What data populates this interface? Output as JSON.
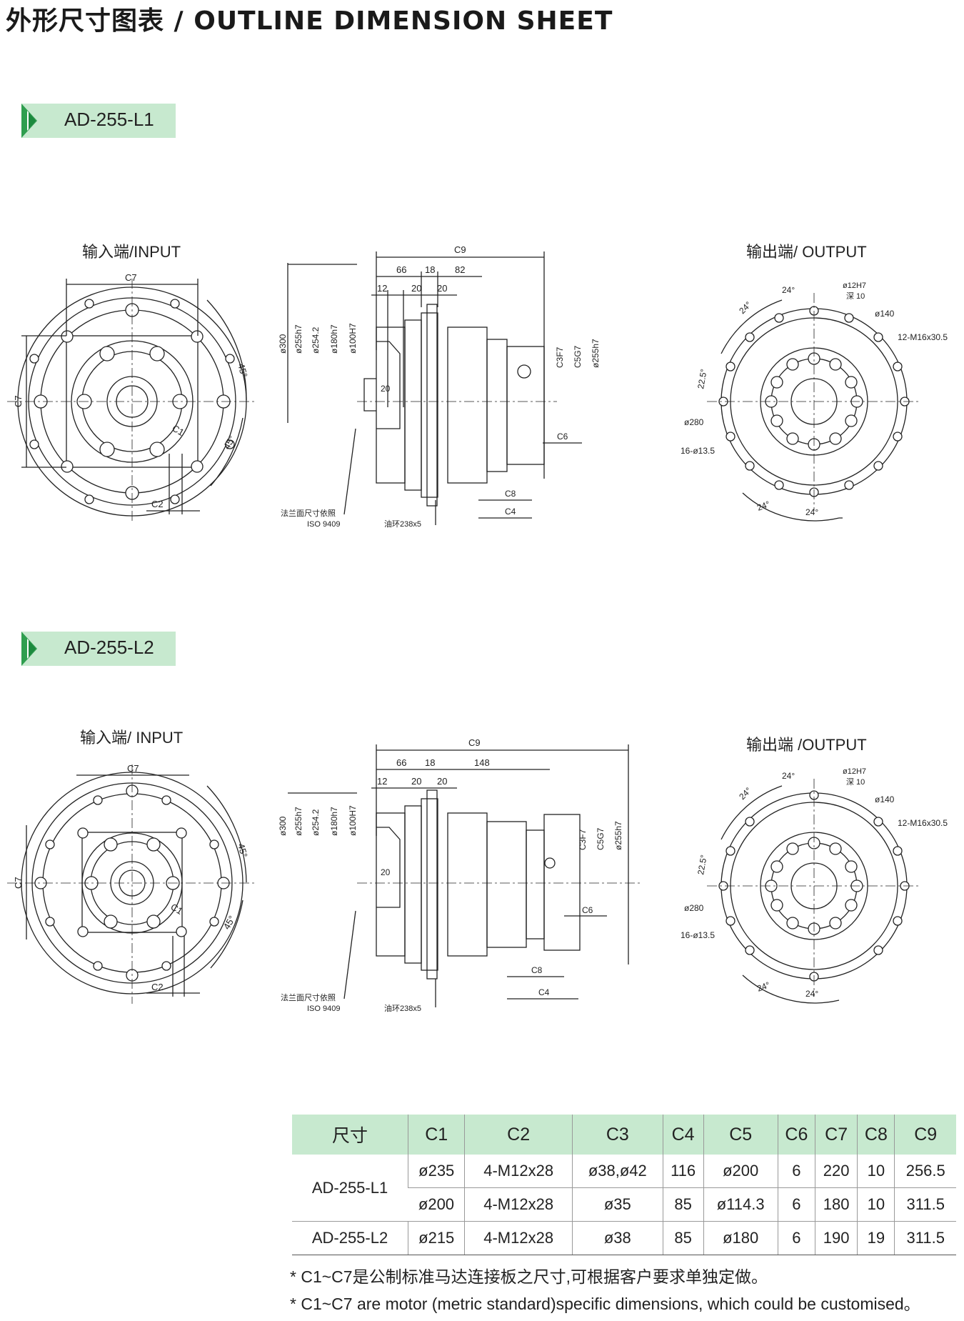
{
  "page": {
    "title": "外形尺寸图表 / OUTLINE DIMENSION SHEET"
  },
  "models": [
    {
      "name": "AD-255-L1",
      "input_label": "输入端/INPUT",
      "output_label": "输出端/ OUTPUT",
      "side_dims": {
        "c9": "C9",
        "d66": "66",
        "d18": "18",
        "d_out": "82",
        "d12": "12",
        "d20a": "20",
        "d20b": "20"
      }
    },
    {
      "name": "AD-255-L2",
      "input_label": "输入端/ INPUT",
      "output_label": "输出端 /OUTPUT",
      "side_dims": {
        "c9": "C9",
        "d66": "66",
        "d18": "18",
        "d_out": "148",
        "d12": "12",
        "d20a": "20",
        "d20b": "20"
      }
    }
  ],
  "drawing_labels": {
    "c7": "C7",
    "c2": "C2",
    "c1": "C1",
    "c3": "C3F7",
    "c5": "C5G7",
    "c6": "C6",
    "c8": "C8",
    "c4": "C4",
    "ang45": "45°",
    "ang24": "24°",
    "ang225": "22.5°",
    "d300": "ø300",
    "d255h7": "ø255h7",
    "d2542": "ø254.2",
    "d180h7": "ø180h7",
    "d100h7": "ø100H7",
    "d20": "20",
    "flange_note_cn": "法兰面尺寸依照",
    "flange_note_iso": "ISO 9409",
    "oil_ring": "油环238x5",
    "d12h7": "ø12H7",
    "depth10": "深 10",
    "d140": "ø140",
    "m16": "12-M16x30.5",
    "d280": "ø280",
    "holes16": "16-ø13.5"
  },
  "table": {
    "headers": [
      "尺寸",
      "C1",
      "C2",
      "C3",
      "C4",
      "C5",
      "C6",
      "C7",
      "C8",
      "C9"
    ],
    "rows": [
      {
        "model": "AD-255-L1",
        "cells": [
          "ø235",
          "4-M12x28",
          "ø38,ø42",
          "116",
          "ø200",
          "6",
          "220",
          "10",
          "256.5"
        ]
      },
      {
        "model": "",
        "cells": [
          "ø200",
          "4-M12x28",
          "ø35",
          "85",
          "ø114.3",
          "6",
          "180",
          "10",
          "311.5"
        ]
      },
      {
        "model": "AD-255-L2",
        "cells": [
          "ø215",
          "4-M12x28",
          "ø38",
          "85",
          "ø180",
          "6",
          "190",
          "19",
          "311.5"
        ]
      }
    ]
  },
  "notes": [
    "* C1~C7是公制标准马达连接板之尺寸,可根据客户要求单独定做。",
    "* C1~C7 are motor (metric standard)specific dimensions, which could be customised。"
  ]
}
